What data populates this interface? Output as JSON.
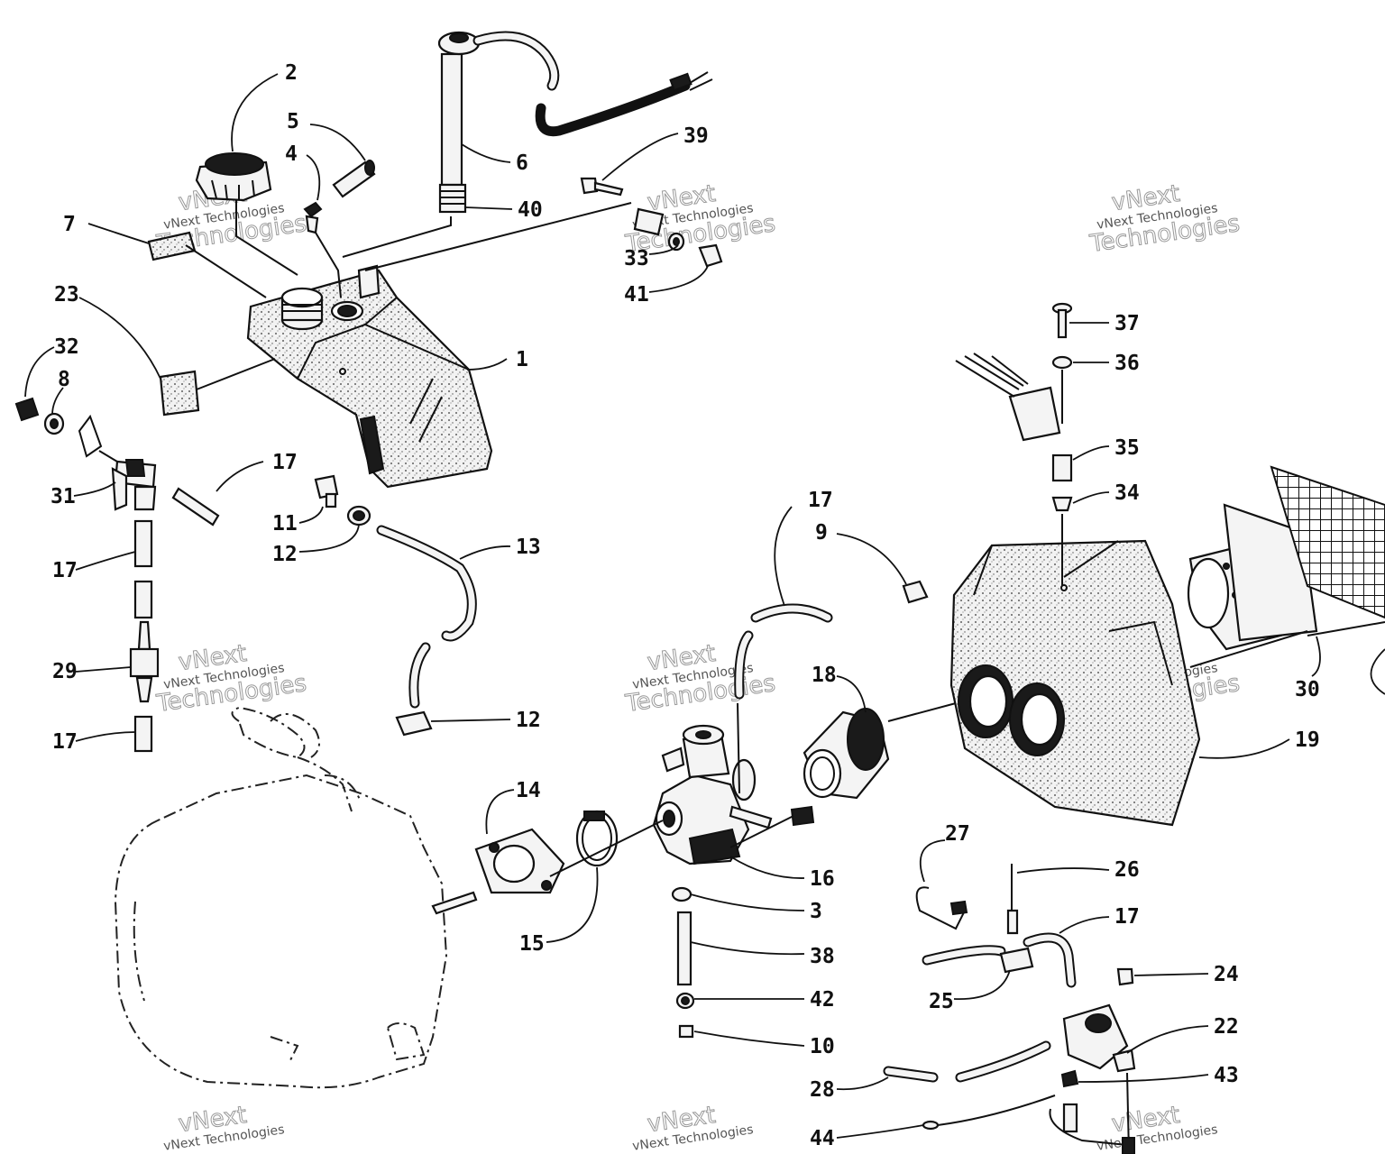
{
  "watermark": {
    "line1": "vNext",
    "line2": "vNext Technologies",
    "line3": "Technologies"
  },
  "callouts": {
    "c1": "1",
    "c2": "2",
    "c3": "3",
    "c4": "4",
    "c5": "5",
    "c6": "6",
    "c7": "7",
    "c8": "8",
    "c9": "9",
    "c10": "10",
    "c11": "11",
    "c12": "12",
    "c13": "13",
    "c14": "14",
    "c15": "15",
    "c16": "16",
    "c17": "17",
    "c18": "18",
    "c19": "19",
    "c22": "22",
    "c23": "23",
    "c24": "24",
    "c25": "25",
    "c26": "26",
    "c27": "27",
    "c28": "28",
    "c29": "29",
    "c30": "30",
    "c31": "31",
    "c32": "32",
    "c33": "33",
    "c34": "34",
    "c35": "35",
    "c36": "36",
    "c37": "37",
    "c38": "38",
    "c39": "39",
    "c40": "40",
    "c41": "41",
    "c42": "42",
    "c43": "43",
    "c44": "44"
  }
}
